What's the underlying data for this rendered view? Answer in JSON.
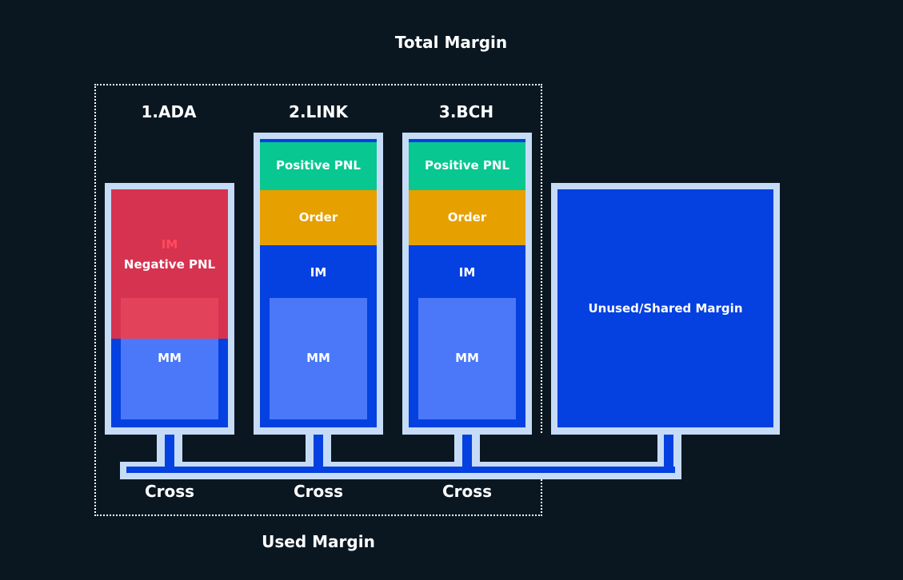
{
  "title": "Total Margin",
  "footer": "Used Margin",
  "positions": [
    {
      "name": "1.ADA",
      "im_label": "IM",
      "negative_pnl_label": "Negative PNL",
      "mm_label": "MM",
      "mode_label": "Cross"
    },
    {
      "name": "2.LINK",
      "positive_pnl_label": "Positive PNL",
      "order_label": "Order",
      "im_label": "IM",
      "mm_label": "MM",
      "mode_label": "Cross"
    },
    {
      "name": "3.BCH",
      "positive_pnl_label": "Positive PNL",
      "order_label": "Order",
      "im_label": "IM",
      "mm_label": "MM",
      "mode_label": "Cross"
    }
  ],
  "unused": {
    "label": "Unused/Shared Margin"
  },
  "colors": {
    "background": "#0a1721",
    "border": "#c6dcf6",
    "im_blue": "#0540e0",
    "mm_blue": "#4a78f8",
    "positive_green": "#08c791",
    "order_orange": "#e6a000",
    "negative_red": "#d63350",
    "negative_red_light": "#e2435a",
    "im_red_text": "#ff4b5c"
  }
}
